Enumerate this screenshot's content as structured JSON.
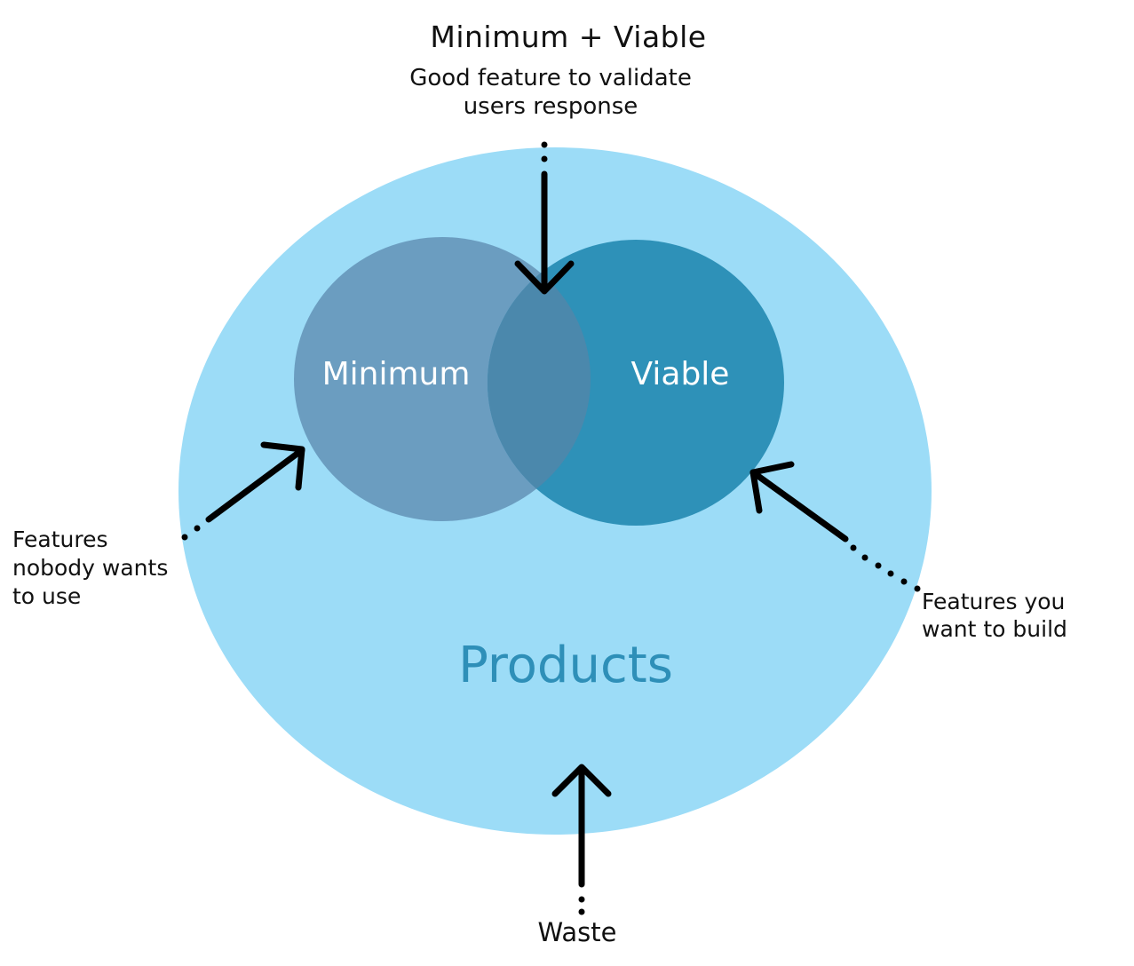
{
  "colors": {
    "outer": "#9cdcf7",
    "minimum": "#6b9dc0",
    "viable": "#2e91b8",
    "overlap": "#4b88ac",
    "products_text": "#2e8fb8",
    "arrow": "#000000"
  },
  "top": {
    "title": "Minimum  + Viable",
    "note_line1": "Good feature to validate",
    "note_line2": "users response"
  },
  "left": {
    "line1": "Features",
    "line2": "nobody wants",
    "line3": "to use"
  },
  "right": {
    "line1": "Features you",
    "line2": "want to build"
  },
  "bottom": {
    "label": "Waste"
  },
  "circles": {
    "minimum": "Minimum",
    "viable": "Viable",
    "products": "Products"
  }
}
